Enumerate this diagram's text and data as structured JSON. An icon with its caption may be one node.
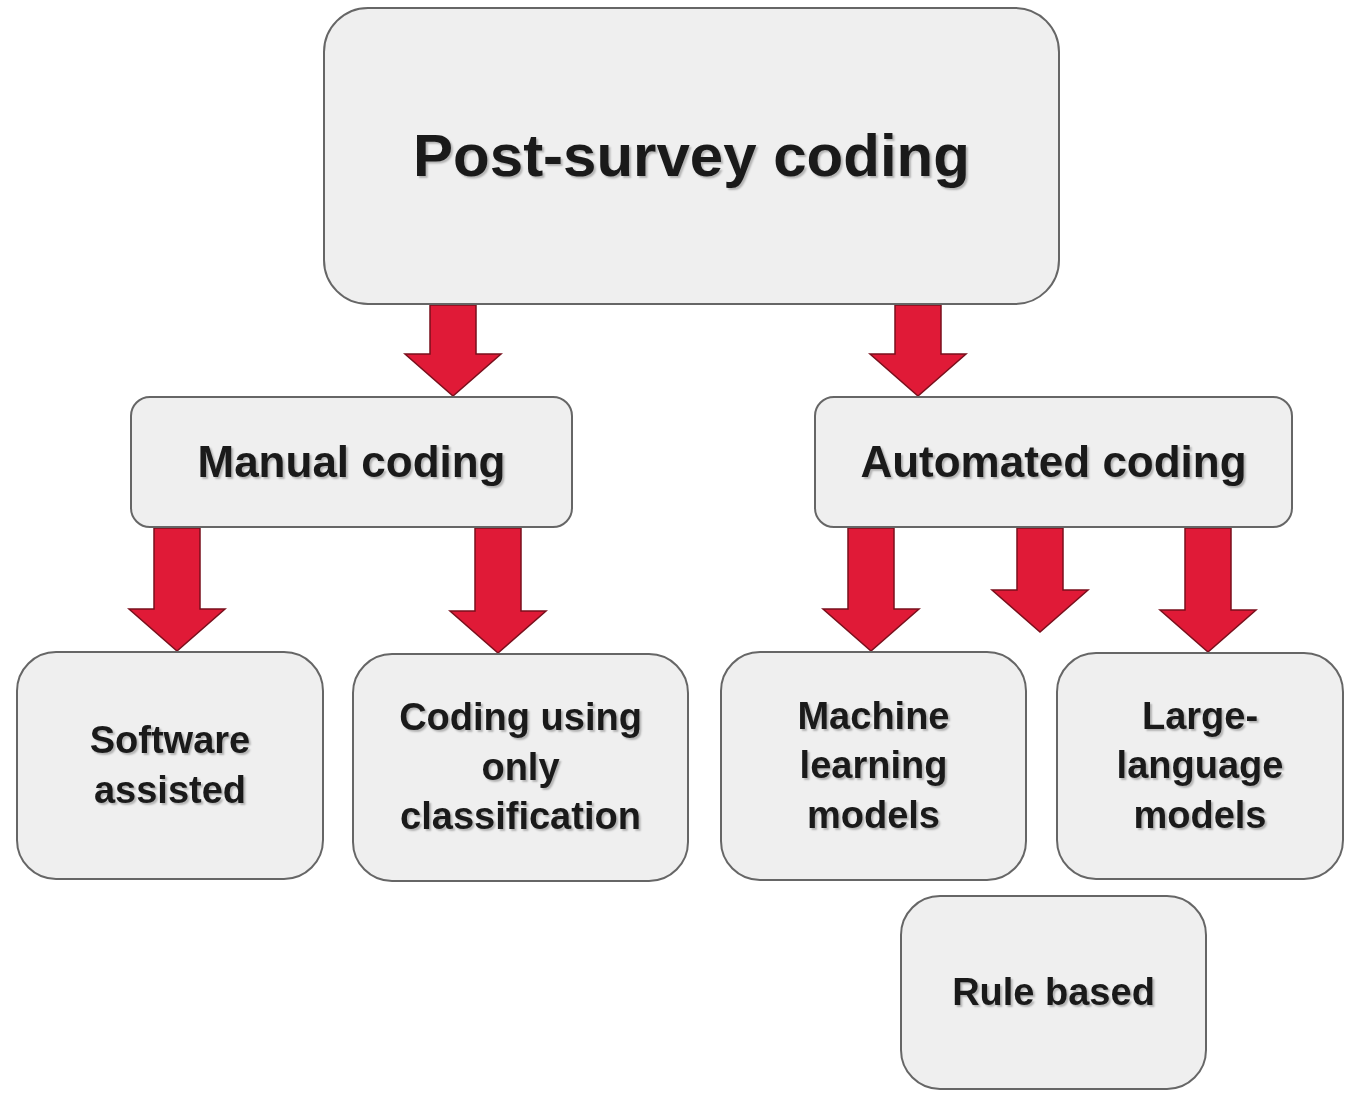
{
  "diagram": {
    "nodes": [
      {
        "text": [
          "Post-survey coding"
        ]
      },
      {
        "text": [
          "Manual coding"
        ]
      },
      {
        "text": [
          "Automated coding"
        ]
      },
      {
        "text": [
          "Software assisted"
        ]
      },
      {
        "text": [
          "Coding using only classification"
        ]
      },
      {
        "text": [
          "Machine learning models"
        ]
      },
      {
        "text": [
          "Large-language models"
        ]
      },
      {
        "text": [
          "Rule based"
        ]
      }
    ],
    "edges": [
      {
        "from": 0,
        "to": 1,
        "arrow": "to"
      },
      {
        "from": 0,
        "to": 2,
        "arrow": "to"
      },
      {
        "from": 1,
        "to": 3,
        "arrow": "to"
      },
      {
        "from": 1,
        "to": 4,
        "arrow": "to"
      },
      {
        "from": 2,
        "to": 5,
        "arrow": "to"
      },
      {
        "from": 2,
        "to": null,
        "arrow": "to"
      },
      {
        "from": 2,
        "to": 6,
        "arrow": "to"
      }
    ]
  }
}
